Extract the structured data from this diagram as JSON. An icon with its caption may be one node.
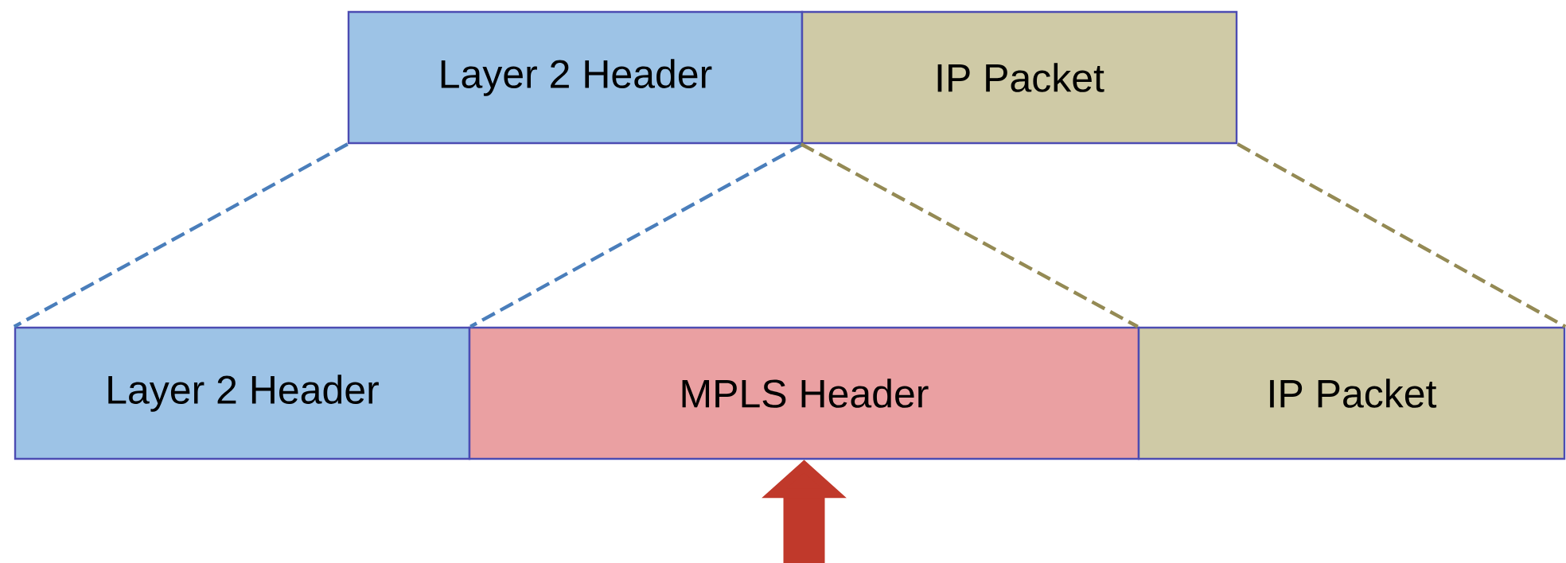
{
  "diagram": {
    "nodes": [
      {
        "text": [
          "Layer 2 Header"
        ]
      },
      {
        "text": [
          "IP Packet"
        ]
      },
      {
        "text": [
          "Layer 2 Header"
        ]
      },
      {
        "text": [
          "MPLS Header"
        ]
      },
      {
        "text": [
          "IP Packet"
        ]
      }
    ],
    "edges": [
      {
        "from": 0,
        "to": 2,
        "arrow": "none",
        "style": "dashed",
        "color": "#4a7ebb"
      },
      {
        "from": 0,
        "to": 2,
        "arrow": "none",
        "style": "dashed",
        "color": "#4a7ebb"
      },
      {
        "from": 1,
        "to": 4,
        "arrow": "none",
        "style": "dashed",
        "color": "#948a54"
      },
      {
        "from": 1,
        "to": 4,
        "arrow": "none",
        "style": "dashed",
        "color": "#948a54"
      },
      {
        "from": null,
        "to": 3,
        "arrow": "to",
        "style": "thick",
        "color": "#c0392b"
      }
    ]
  }
}
